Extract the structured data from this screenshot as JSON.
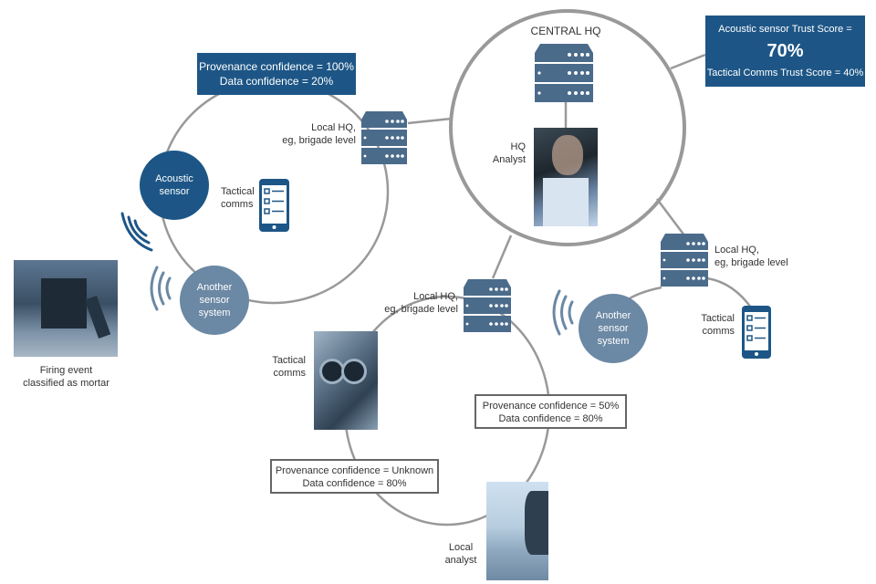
{
  "central_hq": {
    "title": "CENTRAL HQ",
    "analyst_label_1": "HQ",
    "analyst_label_2": "Analyst"
  },
  "trust_box": {
    "line1": "Acoustic sensor Trust Score =",
    "score": "70%",
    "line3": "Tactical Comms Trust Score = 40%"
  },
  "conf_top": {
    "line1": "Provenance confidence = 100%",
    "line2": "Data confidence = 20%"
  },
  "conf_mid": {
    "line1": "Provenance confidence = 50%",
    "line2": "Data confidence = 80%"
  },
  "conf_bottom": {
    "line1": "Provenance confidence = Unknown",
    "line2": "Data confidence = 80%"
  },
  "local_hq_left": {
    "line1": "Local HQ,",
    "line2": "eg, brigade level"
  },
  "local_hq_mid": {
    "line1": "Local HQ,",
    "line2": "eg, brigade level"
  },
  "local_hq_right": {
    "line1": "Local HQ,",
    "line2": "eg, brigade level"
  },
  "acoustic_sensor": {
    "line1": "Acoustic",
    "line2": "sensor"
  },
  "sensor_left": {
    "line1": "Another",
    "line2": "sensor",
    "line3": "system"
  },
  "sensor_right": {
    "line1": "Another",
    "line2": "sensor",
    "line3": "system"
  },
  "tactical_left": {
    "line1": "Tactical",
    "line2": "comms"
  },
  "tactical_mid": {
    "line1": "Tactical",
    "line2": "comms"
  },
  "tactical_right": {
    "line1": "Tactical",
    "line2": "comms"
  },
  "firing_event": {
    "line1": "Firing event",
    "line2": "classified as mortar"
  },
  "local_analyst": {
    "line1": "Local",
    "line2": "analyst"
  },
  "colors": {
    "dark_blue": "#1d5686",
    "server_blue": "#4b6b8b",
    "light_node": "#6b88a4",
    "line_gray": "#999999"
  },
  "icons": [
    "server-icon",
    "phone-checklist-icon",
    "signal-waves-icon"
  ]
}
